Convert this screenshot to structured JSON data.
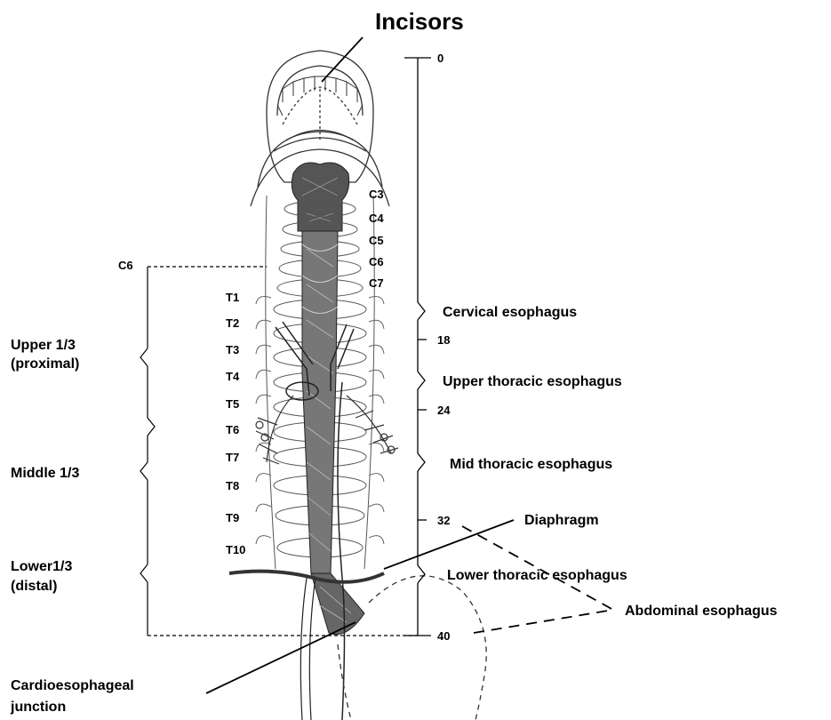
{
  "labels": {
    "incisors": "Incisors",
    "diaphragm": "Diaphragm",
    "cardio_line1": "Cardioesophageal",
    "cardio_line2": "junction"
  },
  "thirds": {
    "upper_line1": "Upper 1/3",
    "upper_line2": "(proximal)",
    "middle": "Middle 1/3",
    "lower_line1": "Lower1/3",
    "lower_line2": "(distal)"
  },
  "segments": {
    "cervical": "Cervical esophagus",
    "upper_thoracic": "Upper thoracic esophagus",
    "mid_thoracic": "Mid thoracic esophagus",
    "lower_thoracic": "Lower thoracic esophagus",
    "abdominal": "Abdominal esophagus"
  },
  "scale_marks": [
    "0",
    "18",
    "24",
    "32",
    "40"
  ],
  "left_vertebra_marker": "C6",
  "cervical_vertebrae": [
    "C3",
    "C4",
    "C5",
    "C6",
    "C7"
  ],
  "thoracic_vertebrae": [
    "T1",
    "T2",
    "T3",
    "T4",
    "T5",
    "T6",
    "T7",
    "T8",
    "T9",
    "T10"
  ]
}
